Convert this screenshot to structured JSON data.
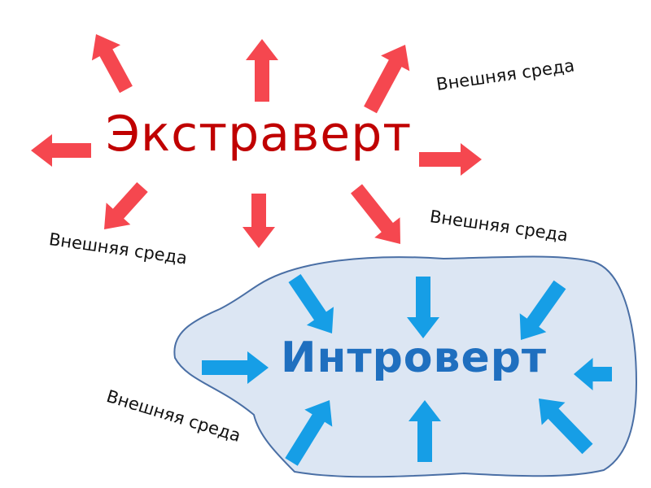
{
  "extravert_label": "Экстраверт",
  "introvert_label": "Интроверт",
  "environment_labels": [
    "Внешняя среда",
    "Внешняя среда",
    "Внешняя среда",
    "Внешняя среда"
  ],
  "colors": {
    "outward_arrow": "#f5474f",
    "inward_arrow": "#169ee6",
    "blob_fill": "#dce6f3",
    "blob_stroke": "#4a6fa5"
  }
}
